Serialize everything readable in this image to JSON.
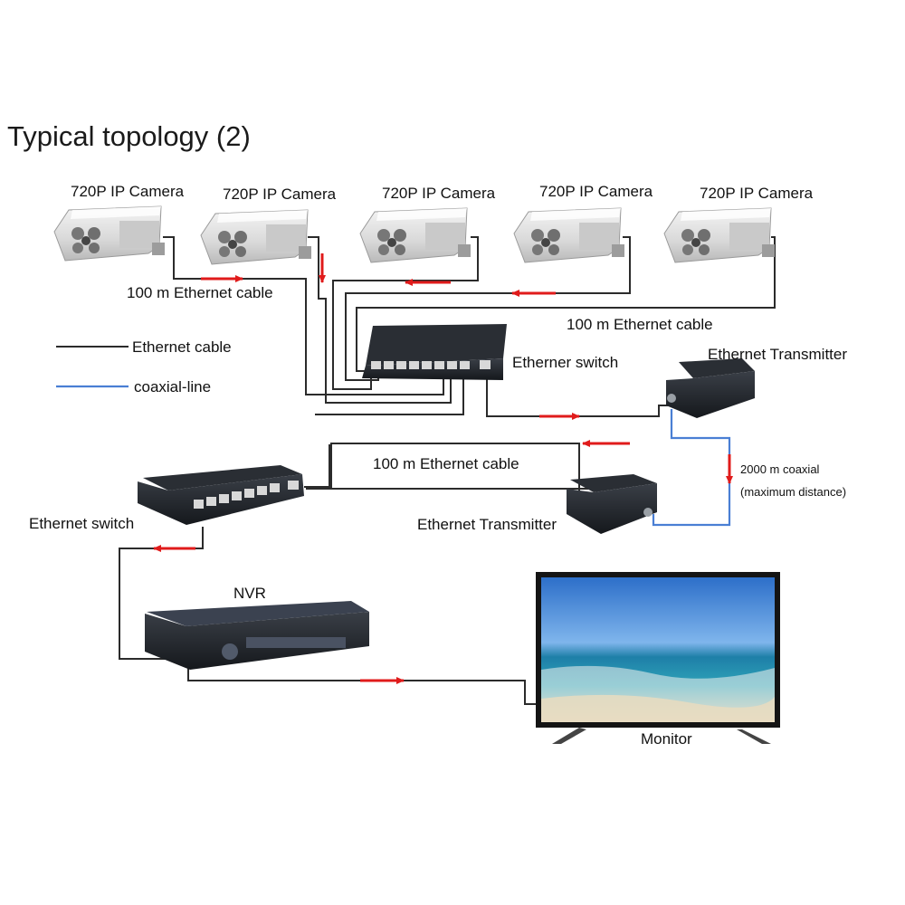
{
  "title": "Typical topology (2)",
  "cameras": [
    {
      "label": "720P IP Camera"
    },
    {
      "label": "720P IP Camera"
    },
    {
      "label": "720P IP Camera"
    },
    {
      "label": "720P IP Camera"
    },
    {
      "label": "720P IP Camera"
    }
  ],
  "cable_labels": {
    "top_left": "100 m Ethernet cable",
    "top_right": "100 m Ethernet cable",
    "middle": "100 m Ethernet cable",
    "coaxial_distance_line1": "2000 m coaxial",
    "coaxial_distance_line2": "(maximum distance)"
  },
  "legend": {
    "ethernet": "Ethernet cable",
    "coaxial": "coaxial-line"
  },
  "devices": {
    "top_switch": "Etherner switch",
    "transmitter_top": "Ethernet Transmitter",
    "transmitter_bottom": "Ethernet Transmitter",
    "bottom_switch": "Ethernet switch",
    "nvr": "NVR",
    "monitor": "Monitor"
  },
  "colors": {
    "ethernet_line": "#2b2b2b",
    "coaxial_line": "#4a7fd4",
    "arrow": "#e01b1b",
    "device_body": "#1c1f24"
  }
}
